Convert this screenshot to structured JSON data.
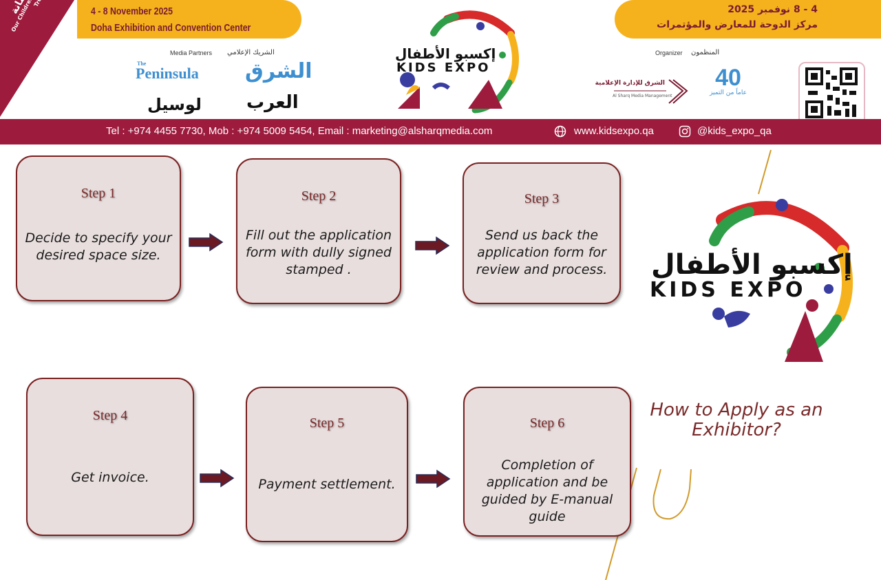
{
  "header": {
    "corner_ribbon": {
      "arabic": "أطفالنا أمانة",
      "english": "Our Children are the Greatest Treasure",
      "color": "#9d1b3d"
    },
    "left_pill": {
      "date": "4 - 8 November 2025",
      "venue": "Doha Exhibition and Convention Center",
      "color": "#f6b21c"
    },
    "right_pill": {
      "date": "4 - 8 نوفمبر 2025",
      "venue": "مركز الدوحة للمعارض والمؤتمرات"
    },
    "media_partners": {
      "label": "Media Partners",
      "label_ar": "الشريك الإعلامي",
      "logos": {
        "peninsula_small": "The",
        "peninsula": "Peninsula",
        "alsharq": "الشرق",
        "lusail": "لوسيل",
        "alarab": "العرب"
      }
    },
    "organizer": {
      "label": "Organizer",
      "label_ar": "المنظمون",
      "sharq_mgmt_ar": "الشرق للإدارة الإعلامية",
      "sharq_mgmt_en": "Al Sharq Media Management",
      "anniversary_number": "40",
      "anniversary_text": "عاماً من التميز"
    },
    "center_logo": {
      "arabic": "إكسبو الأطفال",
      "english": "KIDS EXPO"
    },
    "contact_bar": {
      "contact": "Tel :  +974 4455 7730, Mob : +974 5009 5454, Email : marketing@alsharqmedia.com",
      "website": "www.kidsexpo.qa",
      "instagram": "@kids_expo_qa",
      "color": "#9d1b3d",
      "website_icon": "globe-icon",
      "instagram_icon": "instagram-icon"
    }
  },
  "steps": [
    {
      "title": "Step 1",
      "body": "Decide to specify your desired space size."
    },
    {
      "title": "Step 2",
      "body": "Fill out the application form with dully signed stamped ."
    },
    {
      "title": "Step 3",
      "body": "Send us back the application form for review and process."
    },
    {
      "title": "Step 4",
      "body": "Get invoice."
    },
    {
      "title": "Step 5",
      "body": "Payment settlement."
    },
    {
      "title": "Step 6",
      "body": "Completion of application and be guided by E-manual guide"
    }
  ],
  "big_logo": {
    "arabic": "إكسبو الأطفال",
    "english": "KIDS EXPO"
  },
  "how_to": "How to Apply as an Exhibitor?",
  "colors": {
    "step_fill": "#e8dede",
    "step_border": "#7a2020",
    "arrow": "#6b1a24",
    "accent_gold": "#d19a2a"
  }
}
